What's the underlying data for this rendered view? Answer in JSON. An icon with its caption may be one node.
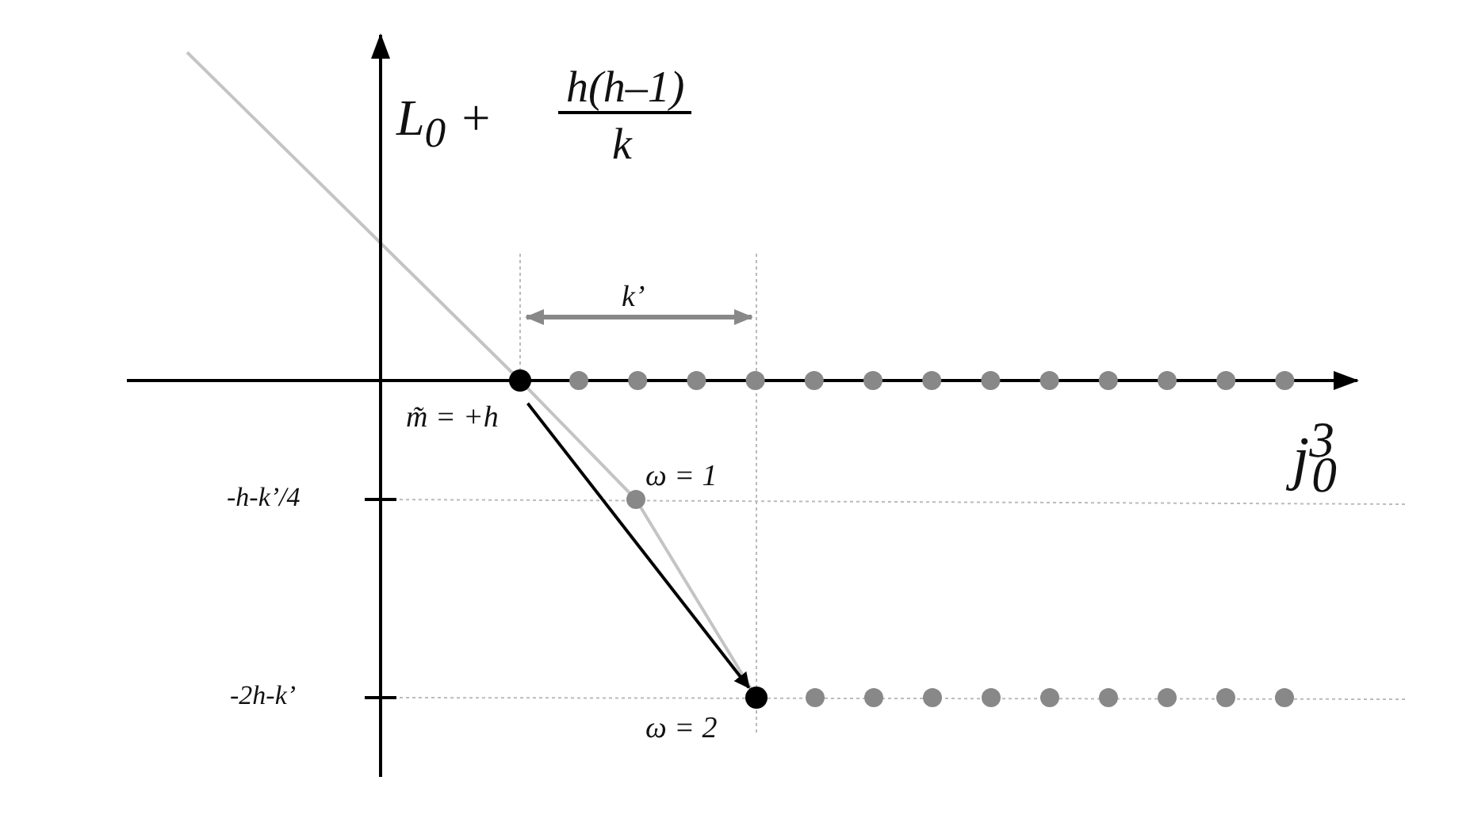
{
  "diagram": {
    "nodes": [
      {
        "text": [],
        "shape": "circle",
        "beside": [
          "m̃ = +h"
        ]
      },
      {
        "text": [],
        "shape": "circle",
        "beside": [
          "ω = 2"
        ]
      }
    ],
    "edges": [
      {
        "from": 0,
        "to": 1,
        "arrow": "to"
      }
    ],
    "labels": [
      "L$_{0}$ +",
      "h(h–1)",
      "k",
      "k’",
      "j$^{3}$$_{0}$",
      "-h-k’/4",
      "ω = 1",
      "-2h-k’"
    ]
  }
}
